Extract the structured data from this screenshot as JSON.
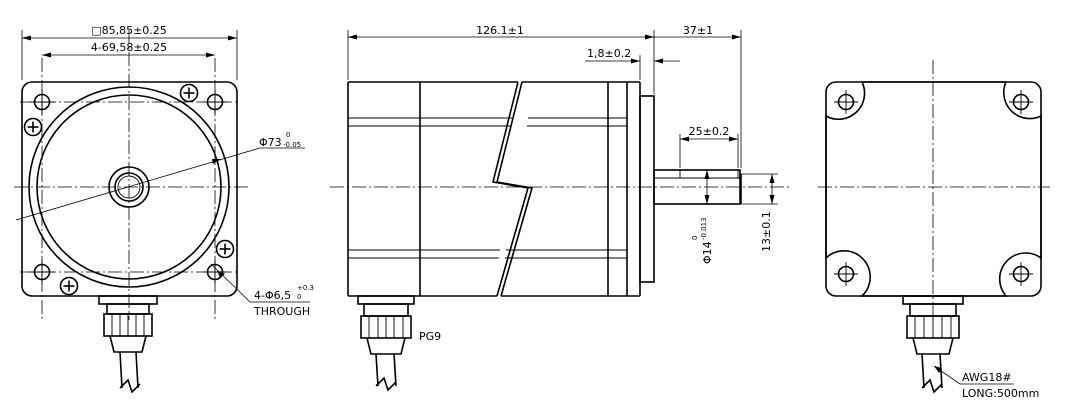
{
  "front_view": {
    "square_dim": "□85,85±0.25",
    "hole_spacing_dim": "4-69,58±0.25",
    "pilot_dia_main": "Φ73",
    "pilot_dia_upper": "0",
    "pilot_dia_lower": "-0.05",
    "hole_dia_main": "4-Φ6,5",
    "hole_dia_upper": "+0.3",
    "hole_dia_lower": "0",
    "hole_note": "THROUGH"
  },
  "side_view": {
    "body_length": "126.1±1",
    "shaft_length": "37±1",
    "flange_thickness": "1,8±0.2",
    "key_length": "25±0.2",
    "shaft_dia_main": "Φ14",
    "shaft_dia_upper": "0",
    "shaft_dia_lower": "-0.013",
    "flat_height": "13±0.1",
    "cable_gland": "PG9"
  },
  "rear_view": {
    "cable_gauge": "AWG18#",
    "cable_length": "LONG:500mm"
  }
}
